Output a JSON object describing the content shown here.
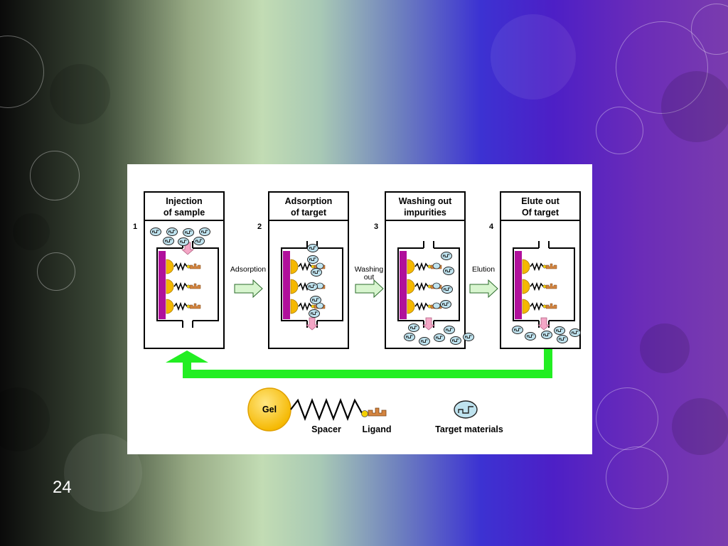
{
  "slide": {
    "number": "24"
  },
  "stages": [
    {
      "step": "1",
      "title_line1": "Injection",
      "title_line2": "of sample"
    },
    {
      "step": "2",
      "title_line1": "Adsorption",
      "title_line2": "of target"
    },
    {
      "step": "3",
      "title_line1": "Washing out",
      "title_line2": "impurities"
    },
    {
      "step": "4",
      "title_line1": "Elute out",
      "title_line2": "Of target"
    }
  ],
  "arrows": [
    {
      "line1": "Adsorption",
      "line2": ""
    },
    {
      "line1": "Washing",
      "line2": "out"
    },
    {
      "line1": "Elution",
      "line2": ""
    }
  ],
  "legend": {
    "gel_label": "Gel",
    "spacer_label": "Spacer",
    "ligand_label": "Ligand",
    "target_label": "Target materials"
  },
  "colors": {
    "gel": "#f5b800",
    "support": "#b0109b",
    "ligand": "#d3843f",
    "target": "#bfe3ef",
    "flow": "#f4a6c6",
    "arrow": "#d8f5cf",
    "recycle": "#22ee22"
  }
}
